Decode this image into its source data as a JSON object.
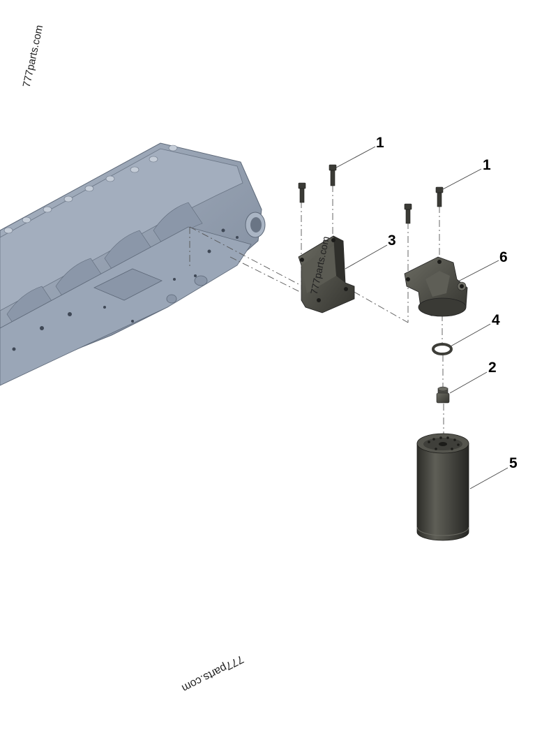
{
  "diagram": {
    "watermarks": [
      "777parts.com",
      "777parts.com",
      "777parts.com"
    ],
    "callouts": [
      {
        "id": "bolt-a",
        "label": "1"
      },
      {
        "id": "bolt-b",
        "label": "1"
      },
      {
        "id": "bracket",
        "label": "3"
      },
      {
        "id": "filter-head",
        "label": "6"
      },
      {
        "id": "seal-ring",
        "label": "4"
      },
      {
        "id": "nipple",
        "label": "2"
      },
      {
        "id": "filter",
        "label": "5"
      }
    ],
    "colors": {
      "block": "#8f9bad",
      "block_dark": "#6c788a",
      "block_light": "#b8c2cf",
      "part": "#4a4a44",
      "part_dark": "#2e2e2a",
      "part_light": "#75756c"
    }
  }
}
